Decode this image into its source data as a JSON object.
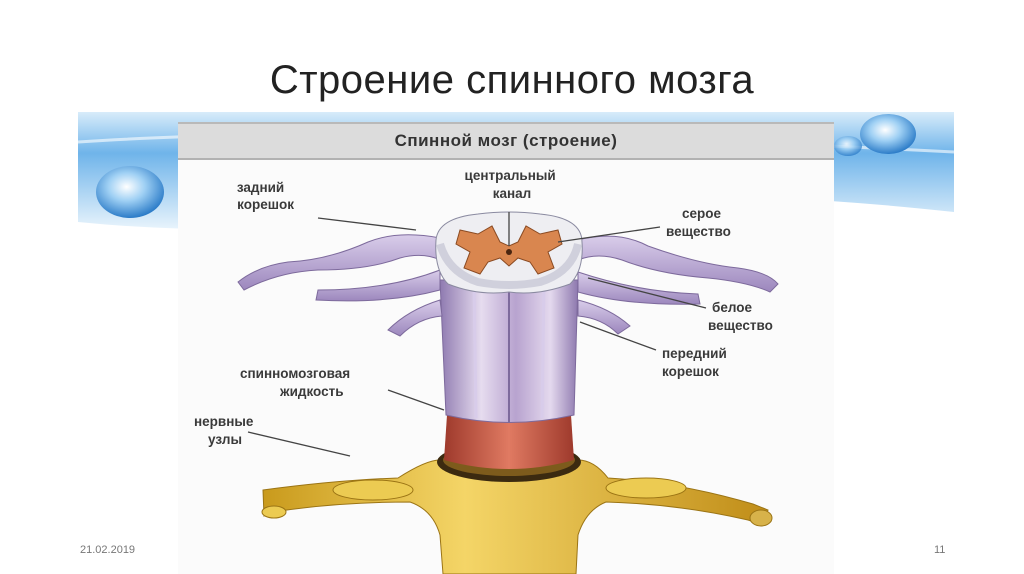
{
  "slide": {
    "title": "Строение спинного мозга",
    "date": "21.02.2019",
    "page_number": "11"
  },
  "figure": {
    "header": "Спинной мозг (строение)",
    "labels": {
      "posterior_root": [
        "задний",
        "корешок"
      ],
      "central_canal": [
        "центральный",
        "канал"
      ],
      "gray_matter": [
        "серое",
        "вещество"
      ],
      "white_matter": [
        "белое",
        "вещество"
      ],
      "anterior_root": [
        "передний",
        "корешок"
      ],
      "csf": [
        "спинномозговая",
        "жидкость"
      ],
      "ganglia": [
        "нервные",
        "узлы"
      ]
    }
  },
  "colors": {
    "banner_blue": "#3d8fd6",
    "white_matter": "#c9b3d6",
    "gray_matter": "#d98a5a",
    "nerve_roots": "#b9a6d6",
    "meninges": "#e8c44e",
    "csf_tissue": "#c95a4a"
  }
}
